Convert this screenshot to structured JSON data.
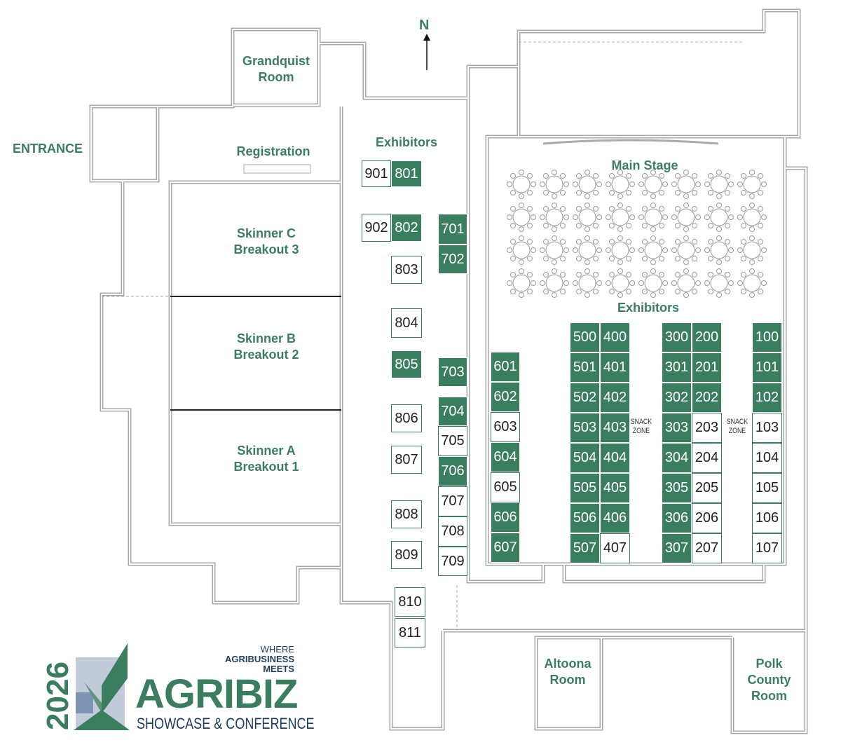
{
  "compass": {
    "label": "N"
  },
  "labels": {
    "grandquist": "Grandquist\nRoom",
    "entrance": "ENTRANCE",
    "registration": "Registration",
    "exhibitors_west": "Exhibitors",
    "exhibitors_east": "Exhibitors",
    "main_stage": "Main Stage",
    "skinner_c": "Skinner C\nBreakout 3",
    "skinner_b": "Skinner B\nBreakout 2",
    "skinner_a": "Skinner A\nBreakout 1",
    "altoona": "Altoona\nRoom",
    "polk": "Polk\nCounty\nRoom",
    "snack_1": "SNACK\nZONE",
    "snack_2": "SNACK\nZONE"
  },
  "booths": [
    {
      "id": "901",
      "sold": false
    },
    {
      "id": "801",
      "sold": true
    },
    {
      "id": "902",
      "sold": false
    },
    {
      "id": "802",
      "sold": true
    },
    {
      "id": "803",
      "sold": false
    },
    {
      "id": "804",
      "sold": false
    },
    {
      "id": "805",
      "sold": true
    },
    {
      "id": "806",
      "sold": false
    },
    {
      "id": "807",
      "sold": false
    },
    {
      "id": "808",
      "sold": false
    },
    {
      "id": "809",
      "sold": false
    },
    {
      "id": "810",
      "sold": false
    },
    {
      "id": "811",
      "sold": false
    },
    {
      "id": "701",
      "sold": true
    },
    {
      "id": "702",
      "sold": true
    },
    {
      "id": "703",
      "sold": true
    },
    {
      "id": "704",
      "sold": true
    },
    {
      "id": "705",
      "sold": false
    },
    {
      "id": "706",
      "sold": true
    },
    {
      "id": "707",
      "sold": false
    },
    {
      "id": "708",
      "sold": false
    },
    {
      "id": "709",
      "sold": false
    },
    {
      "id": "601",
      "sold": true
    },
    {
      "id": "602",
      "sold": true
    },
    {
      "id": "603",
      "sold": false
    },
    {
      "id": "604",
      "sold": true
    },
    {
      "id": "605",
      "sold": false
    },
    {
      "id": "606",
      "sold": true
    },
    {
      "id": "607",
      "sold": true
    },
    {
      "id": "500",
      "sold": true
    },
    {
      "id": "501",
      "sold": true
    },
    {
      "id": "502",
      "sold": true
    },
    {
      "id": "503",
      "sold": true
    },
    {
      "id": "504",
      "sold": true
    },
    {
      "id": "505",
      "sold": true
    },
    {
      "id": "506",
      "sold": true
    },
    {
      "id": "507",
      "sold": true
    },
    {
      "id": "400",
      "sold": true
    },
    {
      "id": "401",
      "sold": true
    },
    {
      "id": "402",
      "sold": true
    },
    {
      "id": "403",
      "sold": true
    },
    {
      "id": "404",
      "sold": true
    },
    {
      "id": "405",
      "sold": true
    },
    {
      "id": "406",
      "sold": true
    },
    {
      "id": "407",
      "sold": false
    },
    {
      "id": "300",
      "sold": true
    },
    {
      "id": "301",
      "sold": true
    },
    {
      "id": "302",
      "sold": true
    },
    {
      "id": "303",
      "sold": true
    },
    {
      "id": "304",
      "sold": true
    },
    {
      "id": "305",
      "sold": true
    },
    {
      "id": "306",
      "sold": true
    },
    {
      "id": "307",
      "sold": true
    },
    {
      "id": "200",
      "sold": true
    },
    {
      "id": "201",
      "sold": true
    },
    {
      "id": "202",
      "sold": true
    },
    {
      "id": "203",
      "sold": false
    },
    {
      "id": "204",
      "sold": false
    },
    {
      "id": "205",
      "sold": false
    },
    {
      "id": "206",
      "sold": false
    },
    {
      "id": "207",
      "sold": false
    },
    {
      "id": "100",
      "sold": true
    },
    {
      "id": "101",
      "sold": true
    },
    {
      "id": "102",
      "sold": true
    },
    {
      "id": "103",
      "sold": false
    },
    {
      "id": "104",
      "sold": false
    },
    {
      "id": "105",
      "sold": false
    },
    {
      "id": "106",
      "sold": false
    },
    {
      "id": "107",
      "sold": false
    }
  ],
  "logo": {
    "year": "2026",
    "tagline_1": "WHERE",
    "tagline_2": "AGRIBUSINESS",
    "tagline_3": "MEETS",
    "name": "AGRIBIZ",
    "subtitle": "SHOWCASE & CONFERENCE"
  },
  "colors": {
    "sold": "#3a7d5f",
    "wall": "#a8a8a8",
    "logo_blue": "#1f3d5c"
  }
}
